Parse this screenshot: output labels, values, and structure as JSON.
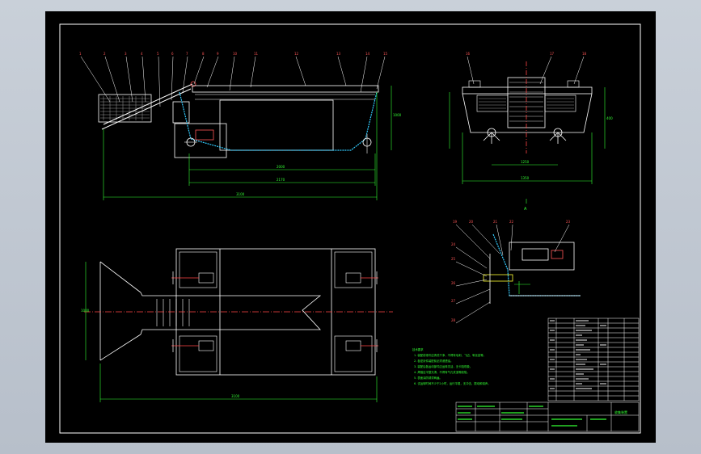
{
  "drawing": {
    "side_view_leaders": [
      "1",
      "2",
      "3",
      "4",
      "5",
      "6",
      "7",
      "8",
      "9",
      "10",
      "11",
      "12",
      "13",
      "14",
      "15"
    ],
    "side_view_dims": [
      "2000",
      "2170",
      "3100",
      "1000"
    ],
    "end_view_leaders": [
      "16",
      "17",
      "18"
    ],
    "end_view_dims": [
      "1250",
      "1350",
      "400"
    ],
    "end_view_label": "A",
    "detail_leaders": [
      "19",
      "20",
      "21",
      "22",
      "23",
      "24",
      "25",
      "26",
      "27",
      "28"
    ],
    "plan_dims": [
      "3100",
      "1000"
    ],
    "tech_notes_title": "技术要求",
    "tech_notes": [
      "1. 装配前零件应清洗干净，不得有毛刺、飞边、氧化皮等。",
      "2. 各密封件装配前必须浸透油。",
      "3. 装配后各运动部件应运转灵活，无卡阻现象。",
      "4. 焊缝应平整光滑，不得有气孔夹渣等缺陷。",
      "5. 表面涂防锈漆两遍。",
      "6. 试运转时间不少于2小时，运行平稳，无冲击、振动和噪声。"
    ],
    "title_block_name": "收集装置"
  }
}
